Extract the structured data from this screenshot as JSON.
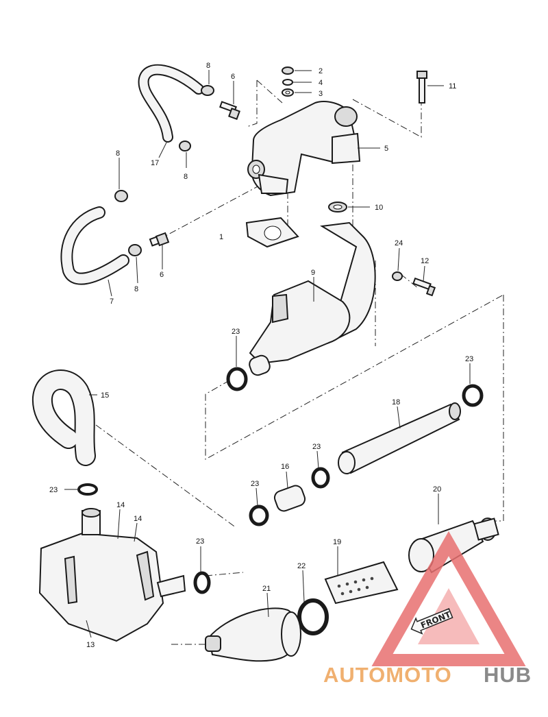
{
  "diagram": {
    "callouts": [
      {
        "id": "c2a",
        "text": "2"
      },
      {
        "id": "c4",
        "text": "4"
      },
      {
        "id": "c3",
        "text": "3"
      },
      {
        "id": "c11",
        "text": "11"
      },
      {
        "id": "c8a",
        "text": "8"
      },
      {
        "id": "c6a",
        "text": "6"
      },
      {
        "id": "c5",
        "text": "5"
      },
      {
        "id": "c17",
        "text": "17"
      },
      {
        "id": "c8b",
        "text": "8"
      },
      {
        "id": "c8c",
        "text": "8"
      },
      {
        "id": "c10",
        "text": "10"
      },
      {
        "id": "c1",
        "text": "1"
      },
      {
        "id": "c24",
        "text": "24"
      },
      {
        "id": "c12",
        "text": "12"
      },
      {
        "id": "c9",
        "text": "9"
      },
      {
        "id": "c7",
        "text": "7"
      },
      {
        "id": "c8d",
        "text": "8"
      },
      {
        "id": "c6b",
        "text": "6"
      },
      {
        "id": "c23a",
        "text": "23"
      },
      {
        "id": "c23b",
        "text": "23"
      },
      {
        "id": "c15",
        "text": "15"
      },
      {
        "id": "c18",
        "text": "18"
      },
      {
        "id": "c16",
        "text": "16"
      },
      {
        "id": "c23c",
        "text": "23"
      },
      {
        "id": "c23d",
        "text": "23"
      },
      {
        "id": "c23e",
        "text": "23"
      },
      {
        "id": "c14a",
        "text": "14"
      },
      {
        "id": "c14b",
        "text": "14"
      },
      {
        "id": "c20",
        "text": "20"
      },
      {
        "id": "c23f",
        "text": "23"
      },
      {
        "id": "c19",
        "text": "19"
      },
      {
        "id": "c22",
        "text": "22"
      },
      {
        "id": "c21",
        "text": "21"
      },
      {
        "id": "c13",
        "text": "13"
      }
    ],
    "front_label": "FRONT"
  },
  "watermark": {
    "part1": "AUTOMOTO",
    "part2": "HUB",
    "color_primary": "#f0b070",
    "color_secondary": "#8a8a8a",
    "triangle_color": "#e87070"
  }
}
